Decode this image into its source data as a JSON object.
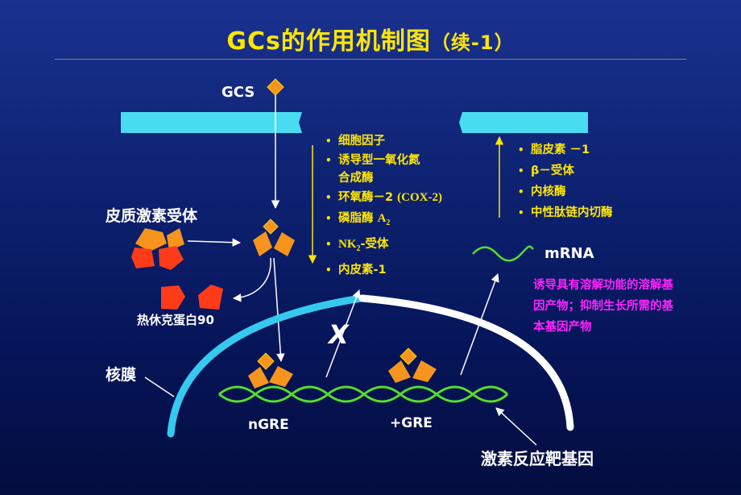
{
  "title": {
    "main": "GCs的作用机制图",
    "sub": "（续-1）"
  },
  "labels": {
    "gcs": "GCS",
    "cortisol_receptor": "皮质激素受体",
    "hsp90": "热休克蛋白90",
    "nuclear_membrane": "核膜",
    "ngre": "nGRE",
    "pgre": "+GRE",
    "mrna": "mRNA",
    "target_gene": "激素反应靶基因",
    "blocked": "X"
  },
  "down_list": [
    {
      "text": "细胞因子"
    },
    {
      "text": "诱导型一氧化氮"
    },
    {
      "text": "合成酶",
      "continuation": true
    },
    {
      "text": "环氧酶－2 ",
      "serif": "(COX-2)"
    },
    {
      "text": "磷脂酶 ",
      "serif": "A",
      "sub": "2"
    },
    {
      "serif": "NK",
      "sub": "2",
      "text_after": "-受体"
    },
    {
      "text": "内皮素-1"
    }
  ],
  "up_list": [
    "脂皮素 －1",
    "β－受体",
    "内核酶",
    "中性肽链内切酶"
  ],
  "note": [
    "诱导具有溶解功能的溶解基",
    "因产物；抑制生长所需的基",
    "本基因产物"
  ],
  "colors": {
    "title": "#ffe600",
    "list_text": "#ffe600",
    "note_text": "#ff22ff",
    "membrane": "#48dcf0",
    "receptor_orange": "#f7941d",
    "hsp_red": "#ff3b1a",
    "ligand_diamond": "#f7941d",
    "dna_green": "#55dd2b"
  }
}
